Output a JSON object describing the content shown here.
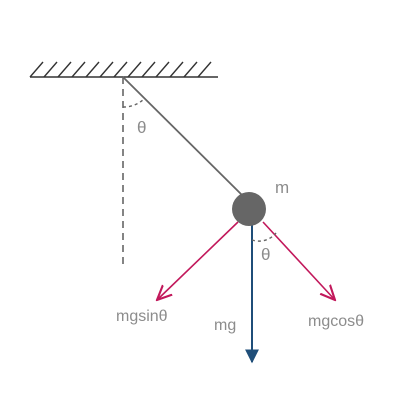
{
  "diagram": {
    "mass_label": "m",
    "angle_label_top": "θ",
    "angle_label_bottom": "θ",
    "force_sin_label": "mgsinθ",
    "force_weight_label": "mg",
    "force_cos_label": "mgcosθ"
  },
  "colors": {
    "ceiling": "#333333",
    "string": "#666666",
    "dashed": "#666666",
    "bob": "#666666",
    "weight_arrow": "#1f4e79",
    "component_arrows": "#c2185b",
    "label": "#8c8c8c"
  }
}
